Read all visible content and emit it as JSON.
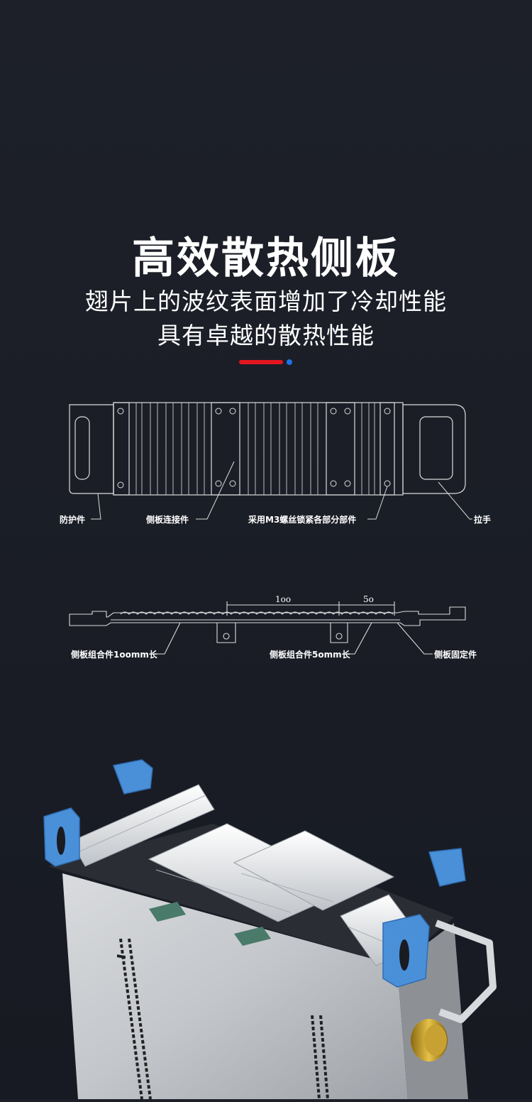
{
  "header": {
    "title": "高效散热侧板",
    "subtitle_line1": "翅片上的波纹表面增加了冷却性能",
    "subtitle_line2": "具有卓越的散热性能"
  },
  "accent_colors": {
    "red": "#e3161f",
    "blue": "#1e73e8"
  },
  "top_diagram": {
    "labels": {
      "guard": "防护件",
      "connector": "侧板连接件",
      "screws": "采用M3螺丝锁紧各部分部件",
      "handle": "拉手"
    }
  },
  "side_diagram": {
    "dims": {
      "d100": "1oo",
      "d50": "5o"
    },
    "labels": {
      "assembly_100": "侧板组合件1oomm长",
      "assembly_50": "侧板组合件5omm长",
      "fixing": "侧板固定件"
    }
  },
  "product_render": {
    "icon": "chassis-heatsink-render",
    "accent_blue": "#4a90d9"
  }
}
